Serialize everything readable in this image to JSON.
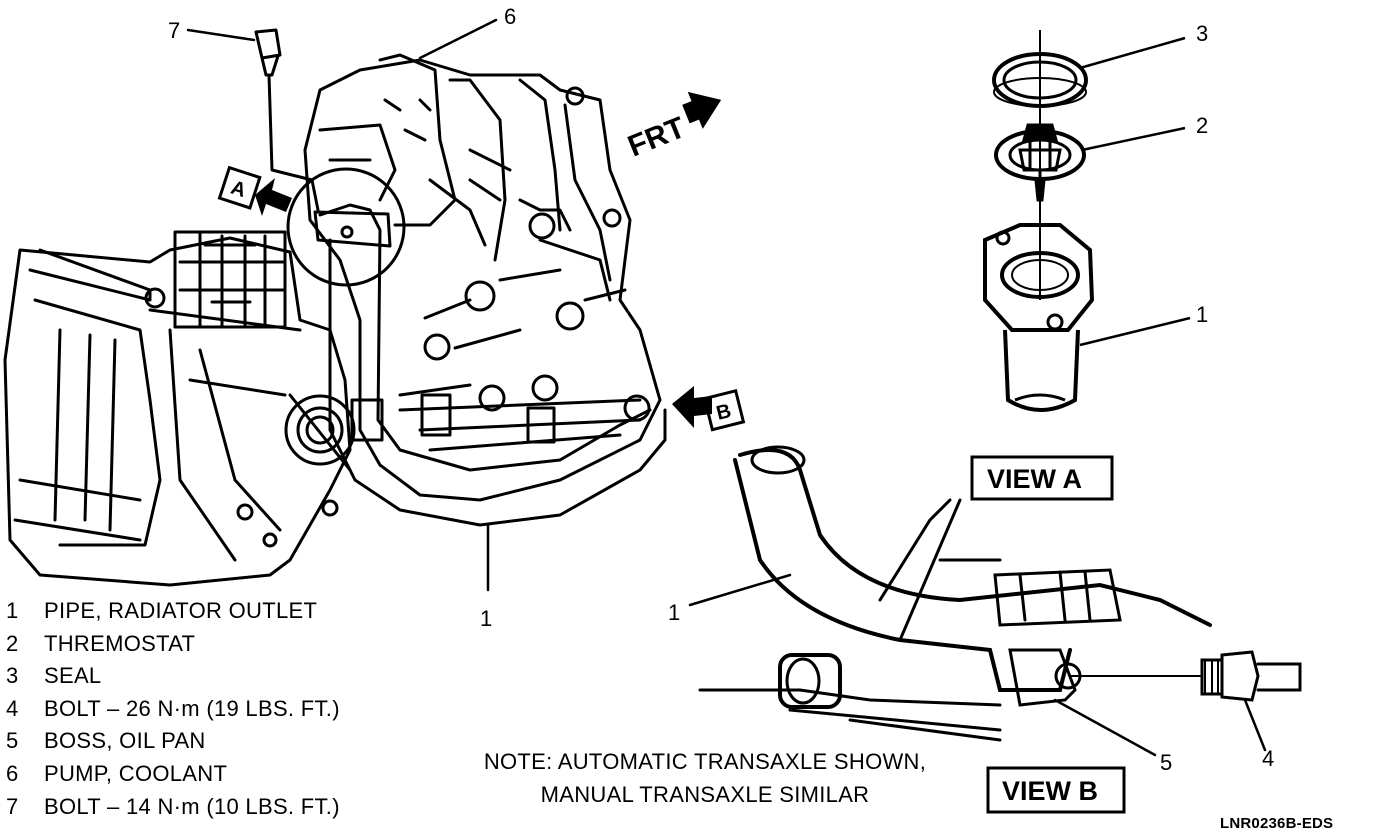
{
  "callouts": {
    "c7": "7",
    "c6": "6",
    "c1_main": "1",
    "c3": "3",
    "c2": "2",
    "c1_viewa": "1",
    "c1_viewb": "1",
    "c5": "5",
    "c4": "4"
  },
  "labels": {
    "frt": "FRT",
    "tag_a": "A",
    "tag_b": "B",
    "view_a": "VIEW A",
    "view_b": "VIEW B"
  },
  "legend": [
    {
      "num": "1",
      "text": "PIPE, RADIATOR OUTLET"
    },
    {
      "num": "2",
      "text": "THREMOSTAT"
    },
    {
      "num": "3",
      "text": "SEAL"
    },
    {
      "num": "4",
      "text": "BOLT – 26 N·m (19 LBS. FT.)"
    },
    {
      "num": "5",
      "text": "BOSS, OIL PAN"
    },
    {
      "num": "6",
      "text": "PUMP, COOLANT"
    },
    {
      "num": "7",
      "text": "BOLT – 14 N·m (10 LBS. FT.)"
    }
  ],
  "note": {
    "line1": "NOTE: AUTOMATIC TRANSAXLE SHOWN,",
    "line2": "MANUAL TRANSAXLE SIMILAR"
  },
  "code": "LNR0236B-EDS"
}
